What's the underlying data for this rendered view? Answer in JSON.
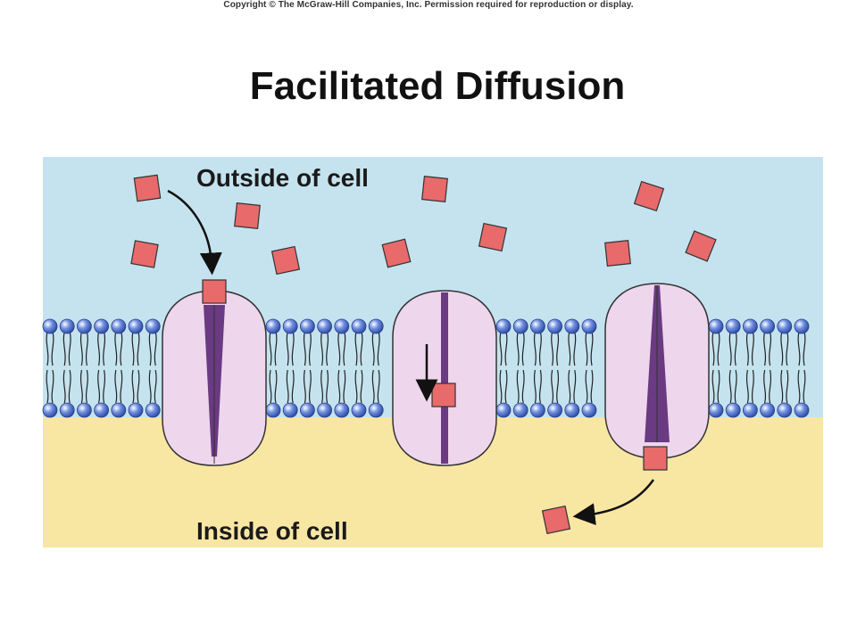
{
  "copyright": "Copyright © The McGraw-Hill Companies, Inc. Permission required for reproduction or display.",
  "title": "Facilitated Diffusion",
  "labels": {
    "outside": "Outside of cell",
    "inside": "Inside of cell"
  },
  "colors": {
    "extracellular": "#c4e3ee",
    "cytoplasm": "#f8e6a3",
    "protein": "#eed6ec",
    "channel": "#6a3a82",
    "molecule": "#e86a6a",
    "head": "#2f52b2",
    "tail": "#222222"
  },
  "proteins": [
    {
      "name": "carrier-protein-open-outside",
      "state": "open to outside"
    },
    {
      "name": "carrier-protein-transition",
      "state": "closed"
    },
    {
      "name": "carrier-protein-open-inside",
      "state": "open to inside"
    }
  ]
}
